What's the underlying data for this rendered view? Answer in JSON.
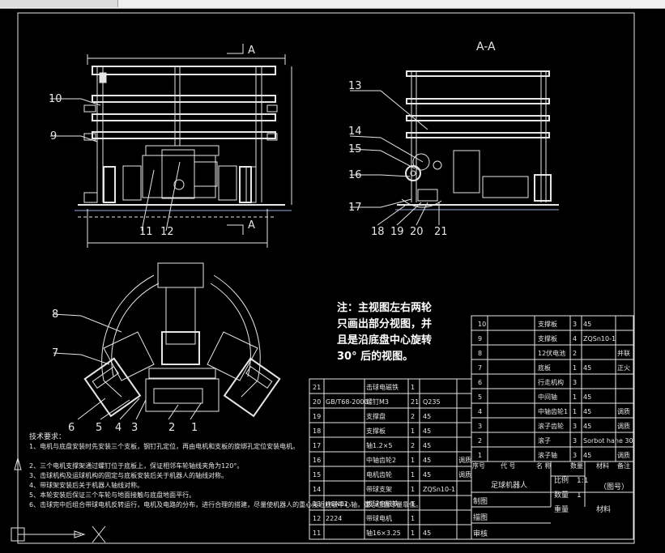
{
  "views": {
    "section_marker_left": "A",
    "section_marker_bottom": "A",
    "section_title": "A-A"
  },
  "callouts": {
    "n1": "1",
    "n2": "2",
    "n3": "3",
    "n4": "4",
    "n5": "5",
    "n6": "6",
    "n7": "7",
    "n8": "8",
    "n9": "9",
    "n10": "10",
    "n11": "11",
    "n12": "12",
    "n13": "13",
    "n14": "14",
    "n15": "15",
    "n16": "16",
    "n17": "17",
    "n18": "18",
    "n19": "19",
    "n20": "20",
    "n21": "21"
  },
  "note": {
    "line1": "注：主视图左右两轮",
    "line2": "只画出部分视图，并",
    "line3": "且是沿底盘中心旋转",
    "line4": "30°  后的视图。"
  },
  "tech": {
    "title": "技术要求：",
    "items": [
      "1、电机与底盘安装时先安装三个支板，钢钉孔定位，再由电机和支板的旋绑孔定位安装电机。",
      "2、三个电机支撑架通过螺钉位于底板上，保证相邻车轮轴线夹角为120°。",
      "3、击球机构及运球机构的固定与底板安装后关于机器人的轴线对称。",
      "4、带球架安装后关于机器人轴线对称。",
      "5、本轮安装后保证三个车轮与地面接触与底盘地面平行。",
      "6、击球完中后组合带球电机反转运行，电机及电路的分布，进行合理的搭建，尽量使机器人的重心接近底板中心轴，重心位置尽量靠低。"
    ]
  },
  "bom_left": {
    "rows": [
      {
        "no": "21",
        "code": "",
        "name": "击球电磁铁",
        "qty": "1",
        "mat": "",
        "note": ""
      },
      {
        "no": "20",
        "code": "GB/T68-2000",
        "name": "螺钉M3",
        "qty": "21",
        "mat": "Q235",
        "note": ""
      },
      {
        "no": "19",
        "code": "",
        "name": "支撑盘",
        "qty": "2",
        "mat": "45",
        "note": ""
      },
      {
        "no": "18",
        "code": "",
        "name": "支撑板",
        "qty": "1",
        "mat": "45",
        "note": ""
      },
      {
        "no": "17",
        "code": "",
        "name": "轴1.2×5",
        "qty": "2",
        "mat": "45",
        "note": ""
      },
      {
        "no": "16",
        "code": "",
        "name": "中轴齿轮2",
        "qty": "1",
        "mat": "45",
        "note": "调质"
      },
      {
        "no": "15",
        "code": "",
        "name": "电机齿轮",
        "qty": "1",
        "mat": "45",
        "note": "调质"
      },
      {
        "no": "14",
        "code": "",
        "name": "带球支架",
        "qty": "1",
        "mat": "ZQSn10-1",
        "note": ""
      },
      {
        "no": "13",
        "code": "HCNE1",
        "name": "拔球电磁铁",
        "qty": "1",
        "mat": "",
        "note": ""
      },
      {
        "no": "12",
        "code": "2224",
        "name": "带球电机",
        "qty": "1",
        "mat": "",
        "note": ""
      },
      {
        "no": "11",
        "code": "",
        "name": "轴16×3.25",
        "qty": "1",
        "mat": "45",
        "note": ""
      }
    ]
  },
  "bom_right": {
    "rows": [
      {
        "no": "10",
        "name": "支撑板",
        "qty": "3",
        "mat": "45",
        "note": ""
      },
      {
        "no": "9",
        "name": "支撑板",
        "qty": "4",
        "mat": "ZQSn10-1",
        "note": ""
      },
      {
        "no": "8",
        "name": "12伏电池",
        "qty": "2",
        "mat": "",
        "note": "并联"
      },
      {
        "no": "7",
        "name": "底板",
        "qty": "1",
        "mat": "45",
        "note": "正火"
      },
      {
        "no": "6",
        "name": "行走机构",
        "qty": "3",
        "mat": "",
        "note": ""
      },
      {
        "no": "5",
        "name": "中间轴",
        "qty": "1",
        "mat": "45",
        "note": ""
      },
      {
        "no": "4",
        "name": "中轴齿轮1",
        "qty": "1",
        "mat": "45",
        "note": "调质"
      },
      {
        "no": "3",
        "name": "滚子齿轮",
        "qty": "3",
        "mat": "45",
        "note": "调质"
      },
      {
        "no": "2",
        "name": "滚子",
        "qty": "3",
        "mat": "Sorbot hane 30",
        "note": ""
      },
      {
        "no": "1",
        "name": "滚子轴",
        "qty": "3",
        "mat": "45",
        "note": "调质"
      }
    ],
    "header": {
      "seq": "序号",
      "code": "代 号",
      "name": "名 称",
      "qty": "数量",
      "mat": "材料",
      "note": "备注"
    }
  },
  "title_block": {
    "product": "足球机器人",
    "scale_label": "比例",
    "scale_value": "1:1",
    "qty_label": "数量",
    "qty_value": "1",
    "drawing_no": "（图号）",
    "weight_label": "重量",
    "material_label": "材料",
    "drawn": "制图",
    "design": "描图",
    "review": "审核"
  }
}
